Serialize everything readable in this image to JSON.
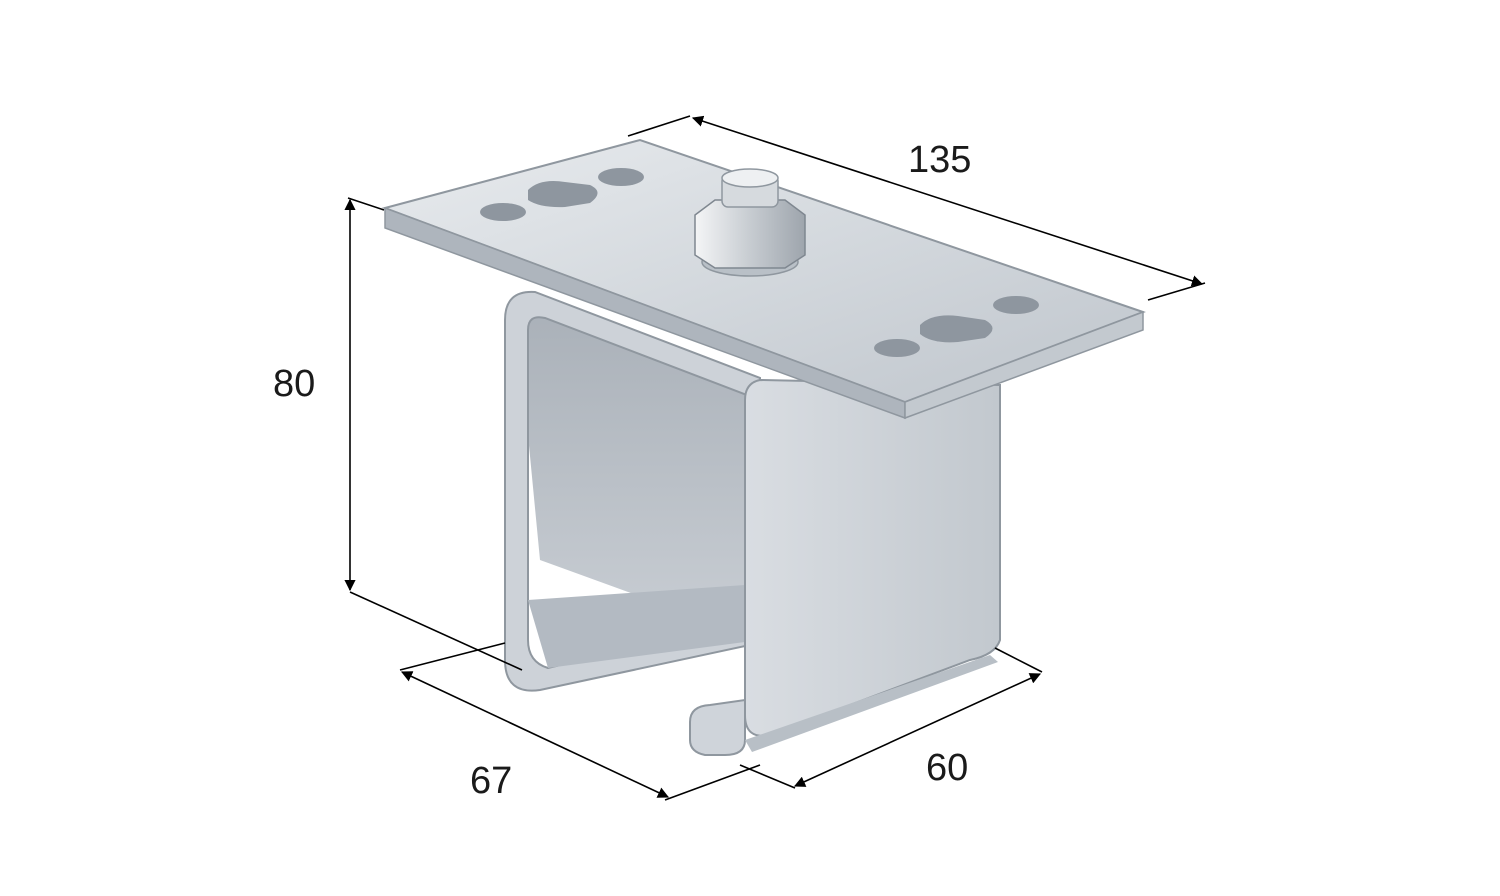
{
  "dimensions": {
    "length": "135",
    "height": "80",
    "depth": "67",
    "width": "60"
  },
  "colors": {
    "background": "#ffffff",
    "dimension_lines": "#000000",
    "metal_light": "#dfe3e8",
    "metal_mid": "#c4cad1",
    "metal_dark": "#9aa2ab",
    "label_text": "#1a1a1a"
  }
}
